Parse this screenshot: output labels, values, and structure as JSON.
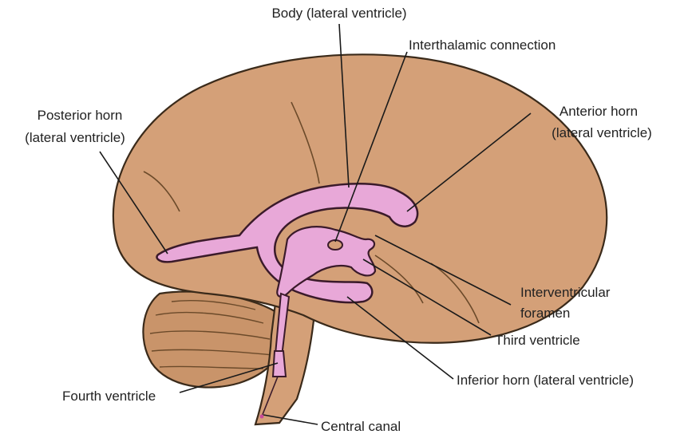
{
  "colors": {
    "brain": "#d4a078",
    "cerebellum": "#c9946a",
    "ventricle": "#e8a8d8",
    "ventricle_outline": "#3a1a2a",
    "leader": "#1a1a1a",
    "label": "#222222"
  },
  "labels": {
    "body_lateral_ventricle": "Body (lateral ventricle)",
    "interthalamic_connection": "Interthalamic connection",
    "anterior_horn_line1": "Anterior horn",
    "anterior_horn_line2": "(lateral ventricle)",
    "posterior_horn_line1": "Posterior horn",
    "posterior_horn_line2": "(lateral ventricle)",
    "interventricular_line1": "Interventricular",
    "interventricular_line2": "foramen",
    "third_ventricle": "Third ventricle",
    "inferior_horn": "Inferior horn (lateral ventricle)",
    "fourth_ventricle": "Fourth ventricle",
    "central_canal": "Central canal"
  }
}
